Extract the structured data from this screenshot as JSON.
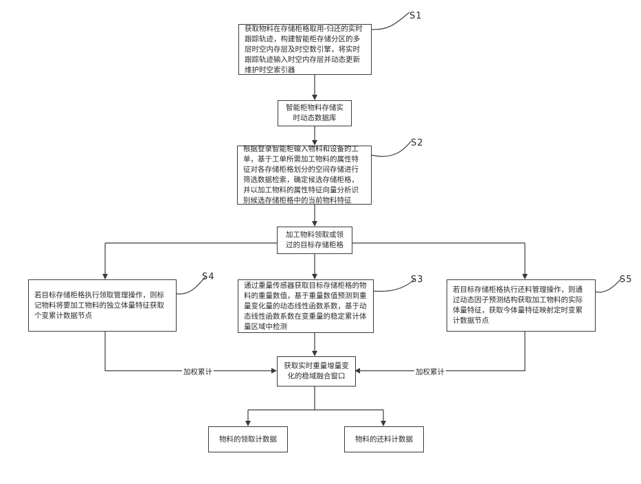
{
  "steps": {
    "s1": "S1",
    "s2": "S2",
    "s3": "S3",
    "s4": "S4",
    "s5": "S5"
  },
  "boxes": {
    "box1": "获取物料在存储柜格取用-归还的实时跟踪轨迹，构建智能柜存储分区的多层时空内存层及时空数引擎，将实时跟踪轨迹输入时空内存层并动态更新维护时空索引器",
    "box2": "智能柜物料存储实时动态数据库",
    "box3": "根据登录智能柜输入物料和设备的工单，基于工单所需加工物料的属性特征对各存储柜格划分的空间存储进行筛选数据检索，确定候选存储柜格，并以加工物料的属性特征向量分析识别候选存储柜格中的当前物料特征",
    "box4": "加工物料领取或领过的目标存储柜格",
    "box5": "若目标存储柜格执行领取管理操作，则标记物料将要加工物料的独立体量特征获取个变累计数据节点",
    "box6": "通过重量传感器获取目标存储柜格的物料的重量数值，基于重量数值预测到重量变化量的动态线性函数系数，基于动态线性函数系数在变重量的稳定累计体量区域中检测",
    "box7": "若目标存储柜格执行还料管理操作，则通过动态因子预测结构获取加工物料的实际体量特征，获取今体量特征映射定时变累计数据节点",
    "box8": "获取实时重量增量变化的稳域融合窗口",
    "box9": "物料的领取计数据",
    "box10": "物料的还料计数据"
  },
  "edge_labels": {
    "left": "加权累计",
    "right": "加权累计"
  }
}
